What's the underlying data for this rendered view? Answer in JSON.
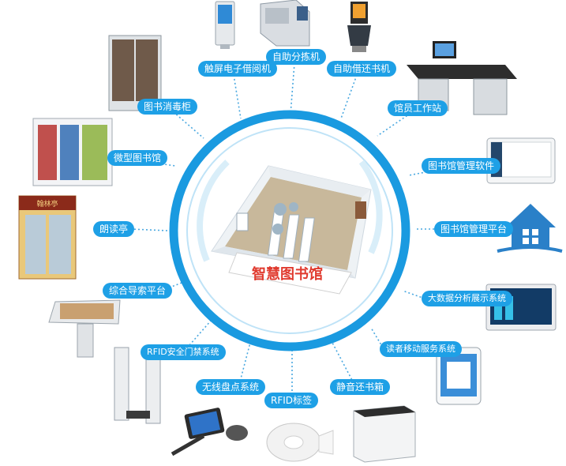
{
  "center": {
    "title": "智慧图书馆",
    "seal_text": "翰林亭"
  },
  "labels": {
    "touch_borrow": "触屏电子借阅机",
    "auto_sort": "自助分拣机",
    "self_borrow": "自助借还书机",
    "disinfect": "图书消毒柜",
    "staff_station": "馆员工作站",
    "mini_library": "微型图书馆",
    "mgmt_software": "图书馆管理软件",
    "reading_booth": "朗读亭",
    "mgmt_platform": "图书馆管理平台",
    "guide_platform": "综合导索平台",
    "bigdata": "大数据分析展示系统",
    "rfid_gate": "RFID安全门禁系统",
    "mobile_service": "读者移动服务系统",
    "wireless_inventory": "无线盘点系统",
    "return_box": "静音还书箱",
    "rfid_tag": "RFID标签"
  },
  "colors": {
    "ring": "#1a9ae0",
    "label_bg": "#1ea0e6",
    "title": "#e03a2e",
    "dots": "#4aa8e0"
  },
  "icons": [
    "touch-kiosk-icon",
    "sorting-machine-icon",
    "self-service-kiosk-icon",
    "disinfection-cabinet-icon",
    "workstation-desk-icon",
    "mini-library-icon",
    "software-screen-icon",
    "reading-booth-icon",
    "house-book-icon",
    "guide-screen-icon",
    "dashboard-monitor-icon",
    "security-gate-icon",
    "tablet-book-icon",
    "handheld-reader-icon",
    "return-box-icon",
    "rfid-tag-roll-icon"
  ]
}
